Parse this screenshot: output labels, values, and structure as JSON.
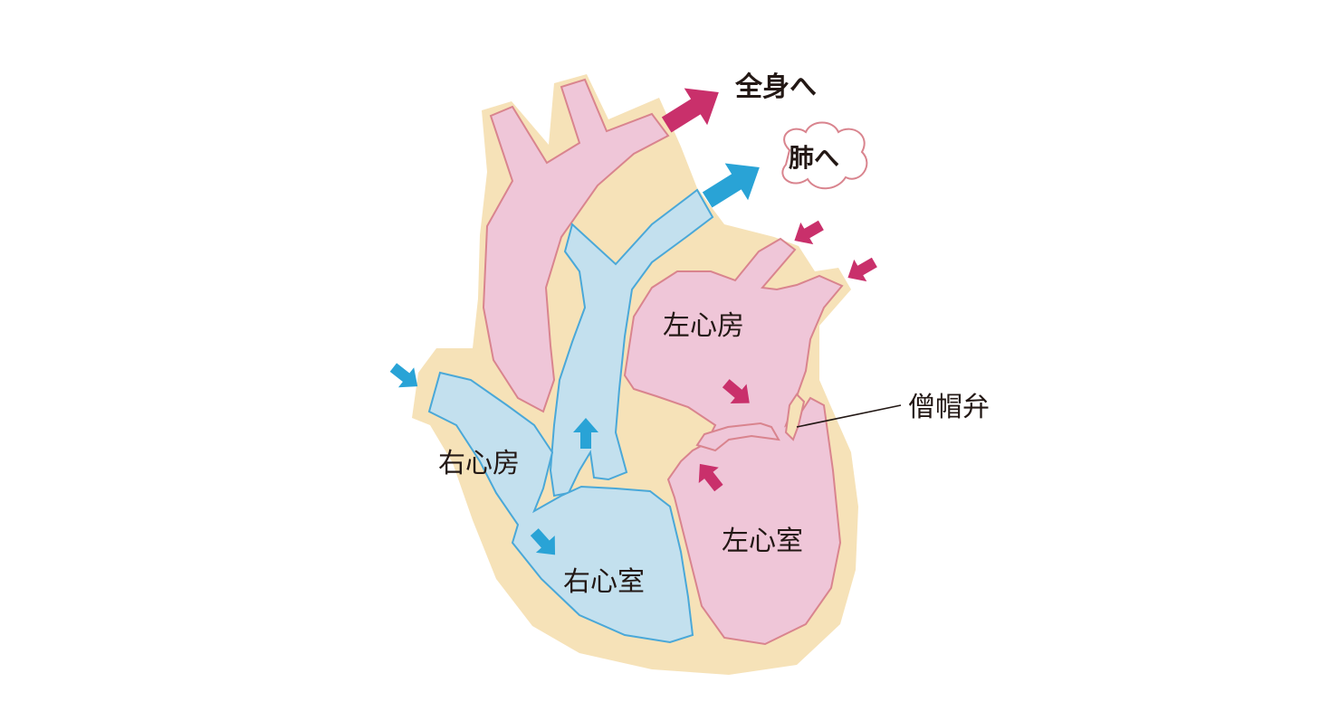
{
  "labels": {
    "to_body": "全身へ",
    "to_lungs": "肺へ",
    "left_atrium": "左心房",
    "right_atrium": "右心房",
    "left_ventricle": "左心室",
    "right_ventricle": "右心室",
    "mitral_valve": "僧帽弁"
  },
  "colors": {
    "muscle": "#f6e2b8",
    "oxygenated": "#efc6d8",
    "oxygenated_outline": "#d9848e",
    "deoxygenated": "#c3e0ee",
    "deoxygenated_outline": "#4aa8d8",
    "arrow_red": "#c9306b",
    "arrow_blue": "#29a3d6",
    "text": "#231815"
  }
}
